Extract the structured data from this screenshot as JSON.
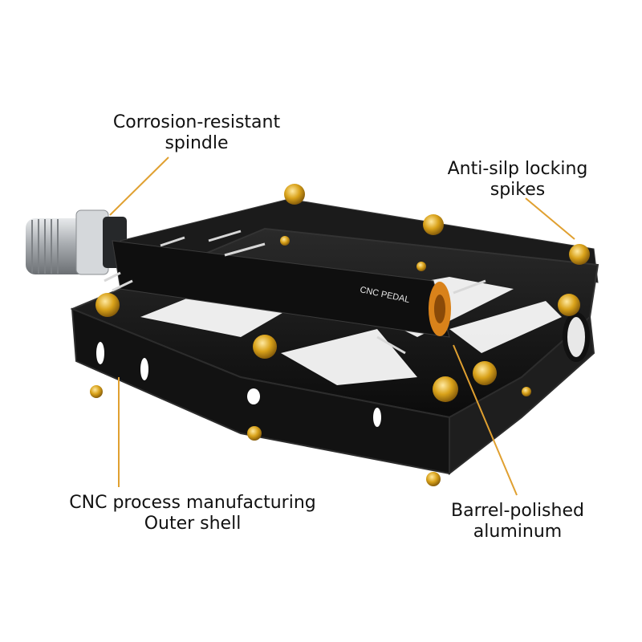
{
  "colors": {
    "leader_line": "#e0a030",
    "pedal_body": "#141414",
    "pin_gold": "#d9a21a",
    "spindle_silver": "#b8bcc0",
    "text": "#111111"
  },
  "product": {
    "name": "flat bicycle pedal",
    "body_print": "CNC PEDAL"
  },
  "callouts": {
    "spindle": {
      "line1": "Corrosion-resistant",
      "line2": "spindle"
    },
    "spikes": {
      "line1": "Anti-silp locking",
      "line2": "spikes"
    },
    "shell": {
      "line1": "CNC process manufacturing",
      "line2": "Outer shell"
    },
    "aluminum": {
      "line1": "Barrel-polished",
      "line2": "aluminum"
    }
  }
}
